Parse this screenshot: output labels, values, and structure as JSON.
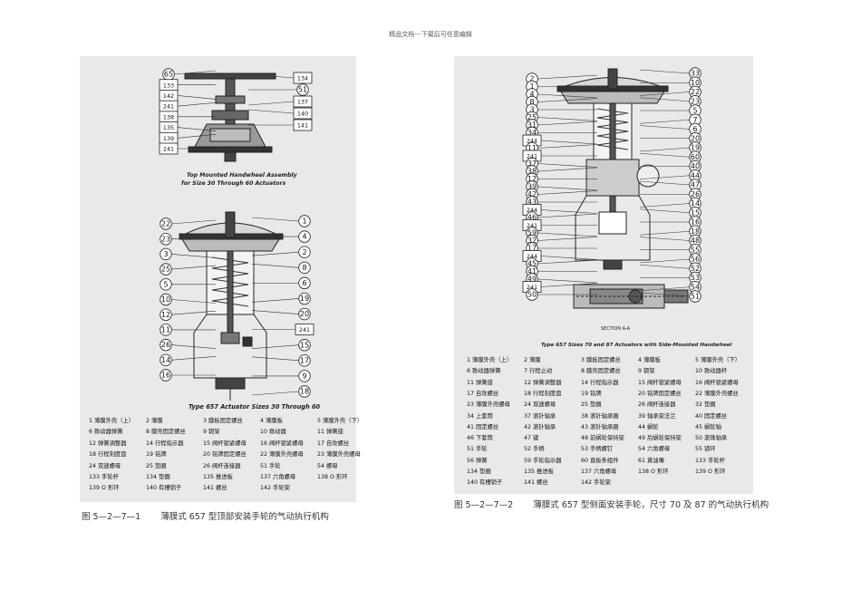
{
  "header_note": "精品文档---下载后可任意编辑",
  "left": {
    "top_title_1": "Top Mounted Handwheel Assembly",
    "top_title_2": "for Size 30 Through 60 Actuators",
    "top_labels_left": [
      "65",
      "133",
      "142",
      "241",
      "138",
      "135",
      "139",
      "241"
    ],
    "top_labels_right": [
      "134",
      "51",
      "137",
      "140",
      "141"
    ],
    "main_labels_left": [
      "22",
      "23",
      "3",
      "25",
      "5",
      "10",
      "12",
      "11",
      "26",
      "14",
      "16"
    ],
    "main_labels_right": [
      "1",
      "4",
      "2",
      "8",
      "6",
      "19",
      "20",
      "241",
      "15",
      "17",
      "9",
      "18"
    ],
    "main_title": "Type 657 Actuator Sizes 30 Through 60",
    "legend": [
      "1 薄膜外壳（上）",
      "2 薄膜",
      "3 膜板固定螺丝",
      "4 薄膜板",
      "5 薄膜外壳（下）",
      "6 致动器弹簧",
      "8 膜壳固定螺丝",
      "9 轭架",
      "10 致动器",
      "11 弹簧座",
      "12 弹簧调整器",
      "14 行程指示器",
      "15 阀杆锁紧螺母",
      "16 阀杆锁紧螺母",
      "17 自攻螺丝",
      "18 行程刻度盘",
      "19 铭牌",
      "20 铭牌固定螺丝",
      "22 薄膜外壳螺母",
      "23 薄膜外壳螺母",
      "24 双速螺母",
      "25 垫圈",
      "26 阀杆连接器",
      "51 手轮",
      "54 螺母",
      "133 手轮杆",
      "134 垫圈",
      "135 推进板",
      "137 六角螺母",
      "138 O 形环",
      "139 O 形环",
      "140 有槽销子",
      "141 螺丝",
      "142 手轮架",
      ""
    ],
    "caption_num": "图 5—2—7—1",
    "caption_text": "薄膜式 657 型顶部安装手轮的气动执行机构"
  },
  "right": {
    "labels_left": [
      "2",
      "1",
      "4",
      "8",
      "3",
      "25",
      "31",
      "34",
      "244",
      "11",
      "241",
      "37",
      "38",
      "12",
      "39",
      "42",
      "43",
      "244",
      "46",
      "241",
      "59",
      "32",
      "17",
      "244",
      "45",
      "41",
      "49",
      "241",
      "50"
    ],
    "labels_right": [
      "33",
      "10",
      "22",
      "23",
      "5",
      "7",
      "6",
      "20",
      "19",
      "60",
      "40",
      "44",
      "47",
      "26",
      "14",
      "15",
      "16",
      "18",
      "48",
      "55",
      "56",
      "52",
      "53",
      "54",
      "51"
    ],
    "section_label": "SECTION A-A",
    "fig_title": "Type 657 Sizes 70 and 87 Actuators with Side-Mounted Handwheel",
    "legend": [
      "1 薄膜外壳（上）",
      "2 薄膜",
      "3 膜板固定螺丝",
      "4 薄膜板",
      "5 薄膜外壳（下）",
      "6 致动器弹簧",
      "7 行程止动",
      "8 膜壳固定螺丝",
      "9 轭架",
      "10 致动器杆",
      "11 弹簧座",
      "12 弹簧调整器",
      "14 行程指示器",
      "15 阀杆锁紧螺母",
      "16 阀杆锁紧螺母",
      "17 自攻螺丝",
      "18 行程刻度盘",
      "19 铭牌",
      "20 铭牌固定螺丝",
      "22 薄膜外壳螺丝",
      "23 薄膜外壳螺母",
      "24 双速螺母",
      "25 垫圈",
      "26 阀杆连接器",
      "32 垫圈",
      "34 上套筒",
      "37 滚针轴承",
      "38 滚针轴承圈",
      "39 轴承架法兰",
      "40 固定螺丝",
      "41 固定螺丝",
      "42 滚针轴承",
      "43 滚针轴承圈",
      "44 蜗轮",
      "45 蜗轮轴",
      "46 下套筒",
      "47 键",
      "48 前蜗轮保持架",
      "49 后蜗轮保持架",
      "50 滚珠轴承",
      "51 手轮",
      "52 手柄",
      "53 手柄螺钉",
      "54 六角螺母",
      "55 锁环",
      "56 弹簧",
      "59 手轮指示器",
      "60 直板条组件",
      "61 黄油嘴",
      "133 手轮杆",
      "134 垫圈",
      "135 推进板",
      "137 六角螺母",
      "138 O 形环",
      "139 O 形环",
      "140 有槽销子",
      "141 螺丝",
      "142 手轮架",
      "",
      ""
    ],
    "caption_num": "图 5—2—7—2",
    "caption_text": "薄膜式 657 型侧面安装手轮，尺寸 70 及 87 的气动执行机构"
  }
}
